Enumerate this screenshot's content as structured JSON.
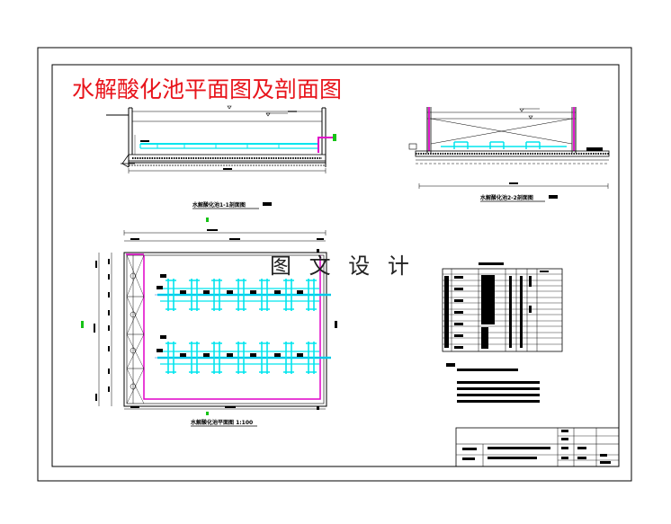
{
  "drawing": {
    "title": "水解酸化池平面图及剖面图",
    "watermark": "图 文 设 计",
    "section_1_caption": "水解酸化池1-1剖面图",
    "section_2_caption": "水解酸化池2-2剖面图",
    "plan_caption": "水解酸化池平面图 1:100"
  },
  "colors": {
    "frame": "#000000",
    "title": "#e8141b",
    "cyan_pipe": "#00e5ee",
    "magenta_pipe": "#e000c8",
    "green_mark": "#16c316"
  }
}
